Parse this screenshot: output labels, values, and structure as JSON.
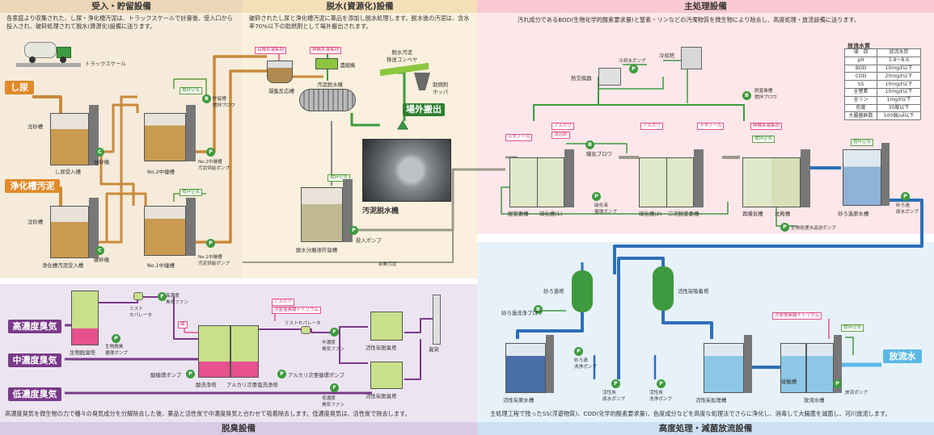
{
  "sections": {
    "receive": {
      "title": "受入・貯留設備",
      "desc": "各家庭より収集された、し尿・浄化槽汚泥は、トラックスケールで計量後、受入口から投入され、破砕処理されて脱水(資源化)設備に送ります。"
    },
    "dewater": {
      "title": "脱水(資源化)設備",
      "desc": "破砕されたし尿と浄化槽汚泥に薬品を添加し脱水処理します。脱水後の汚泥は、含水率70%以下の助燃剤として場外搬出されます。"
    },
    "main": {
      "title": "主処理設備",
      "desc": "汚れ成分であるBOD(生物化学的酸素要求量)と窒素・リンなどの汚濁物質を微生物により除去し、高度処理・放流設備に送ります。"
    },
    "deodor": {
      "title": "脱臭設備",
      "desc": "高濃度臭気を微生物の力で種々の臭気成分を分解除去した後、薬品と活性炭で中濃度臭気と合わせて吸着除去します。低濃度臭気は、活性炭で除去します。"
    },
    "advanced": {
      "title": "高度処理・減菌放流設備",
      "desc": "主処理工程で残ったSS(浮遊物質)、COD(化学的酸素要求量)、色度成分などを高度な処理法でさらに浄化し、消毒して大腸菌を減菌し、河川放流します。"
    }
  },
  "receive_labels": {
    "truck_scale": "トラックスケール",
    "shinyo": "し尿",
    "johkaso": "浄化槽汚泥",
    "sand1": "沈砂槽",
    "sand2": "沈砂槽",
    "tank_shinyo": "し尿受入槽",
    "tank_johkaso": "浄化槽汚泥受入槽",
    "tank_no2": "No.2中継槽",
    "tank_no1": "No.1中継槽",
    "crusher1": "破砕機",
    "crusher2": "破砕機",
    "stir1": "撹拌空気",
    "stir2": "撹拌空気",
    "blower": "貯留槽\n撹拌ブロワ",
    "pump2": "No.2中継槽\n汚泥供給ポンプ",
    "pump1": "No.1中継槽\n汚泥供給ポンプ"
  },
  "dewater_labels": {
    "inorganic": "無機系凝集剤",
    "organic": "有機系凝集剤",
    "concentrator": "濃縮機",
    "coag": "凝集反応槽",
    "dewaterer": "汚泥脱水機",
    "conveyor": "脱水汚泥\n移送コンベヤ",
    "hopper": "助燃剤\nホッパ",
    "export": "場外搬出",
    "photo_caption": "汚泥脱水機",
    "stir": "撹拌空気",
    "filtrate": "脱水分離液貯留槽",
    "feed_pump": "投入ポンプ",
    "surplus": "余剰汚泥"
  },
  "main_labels": {
    "cooling_tower": "冷却塔",
    "cooling_pump": "冷却水ポンプ",
    "heat_ex": "熱交換器",
    "denit_blower": "脱窒素槽\n撹拌ブロワ",
    "methanol1": "メタノール",
    "methanol2": "メタノール",
    "alkali1": "アルカリ",
    "alkali2": "アルカリ",
    "acid": "消泡剤",
    "aer_blower": "曝気ブロワ",
    "inorganic": "無機系凝集剤",
    "stir": "撹拌空気",
    "stir2": "撹拌空気",
    "denit": "脱窒素槽",
    "nitr1": "硝化槽(1)",
    "nitr2": "硝化槽(2)",
    "denit2": "二次脱窒素槽",
    "reaer": "再曝気槽",
    "settle": "沈殿槽",
    "sandraw": "砂ろ過原水槽",
    "nitr_pump": "硝化液\n循環ポンプ",
    "return_pump": "生物処理水返送ポンプ",
    "sand_pump": "砂ろ過\n原水ポンプ"
  },
  "water_quality": {
    "title": "放流水質",
    "header": [
      "項　目",
      "放流水質"
    ],
    "rows": [
      [
        "pH",
        "5.8～8.6"
      ],
      [
        "BOD",
        "10mg/ℓ以下"
      ],
      [
        "COD",
        "20mg/ℓ以下"
      ],
      [
        "SS",
        "10mg/ℓ以下"
      ],
      [
        "全窒素",
        "10mg/ℓ以下"
      ],
      [
        "全リン",
        "1mg/ℓ以下"
      ],
      [
        "色度",
        "30度以下"
      ],
      [
        "大腸菌群数",
        "500個/㎤以下"
      ]
    ]
  },
  "deodor_labels": {
    "high": "高濃度臭気",
    "mid": "中濃度臭気",
    "low": "低濃度臭気",
    "bio_tower": "生物脱臭塔",
    "bio_pump": "生物脱臭\n循環ポンプ",
    "mist1": "ミスト\nセパレータ",
    "high_fan": "高濃度\n臭気ファン",
    "acid": "酸",
    "alkali": "アルカリ",
    "hypo": "次亜塩素酸ナトリウム",
    "mist2": "ミストセパレータ",
    "mid_fan": "中濃度\n臭気ファン",
    "acid_pump": "酸循環ポンプ",
    "alk_pump": "アルカリ次亜循環ポンプ",
    "acid_tower": "酸洗浄塔",
    "alk_tower": "アルカリ次亜塩洗浄塔",
    "ac1": "活性炭脱臭塔",
    "ac2": "活性炭脱臭塔",
    "low_fan": "低濃度\n臭気ファン",
    "stack": "臭突"
  },
  "advanced_labels": {
    "sand_filter": "砂ろ過塔",
    "ac_tower": "活性炭吸着塔",
    "wash_blower": "砂ろ過洗浄ブロワ",
    "ac_raw": "活性炭原水槽",
    "ac_treat": "活性炭処理槽",
    "contact": "接触槽",
    "outlet_tank": "放流水槽",
    "wash_pump": "砂ろ過\n洗浄ポンプ",
    "ac_raw_pump": "活性炭\n原水ポンプ",
    "ac_wash_pump": "活性炭\n洗浄ポンプ",
    "outlet_pump": "放流ポンプ",
    "hypo": "次亜塩素酸ナトリウム",
    "stir": "撹拌空気",
    "discharge": "放流水"
  },
  "colors": {
    "receive_bg": "#f6ebdb",
    "dewater_bg": "#fbf0dd",
    "main_bg": "#fde7ea",
    "deodor_bg": "#ece5f1",
    "advanced_bg": "#e7f1fa",
    "shinyo": "#e08a2a",
    "pipe": "#c98a3a",
    "green": "#3e9a3e",
    "blue": "#2d6fb8",
    "purple": "#7a3a8a",
    "export": "#2f7f2f"
  }
}
